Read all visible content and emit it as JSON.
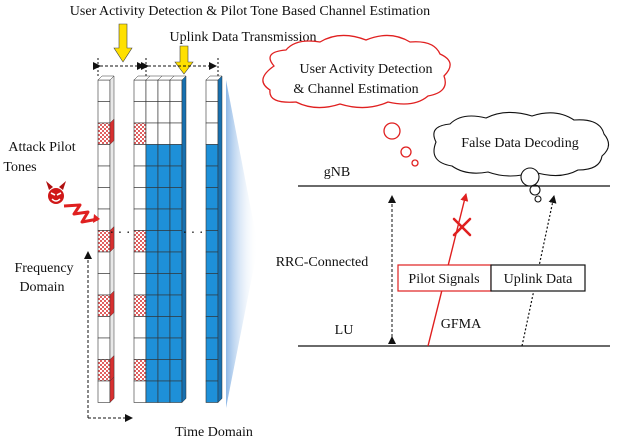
{
  "labels": {
    "top_detection": "User Activity Detection  & Pilot Tone Based Channel Estimation",
    "uplink_transmission": "Uplink Data Transmission",
    "attack_pilot": "Attack  Pilot",
    "tones": "Tones",
    "frequency": "Frequency",
    "domain": "Domain",
    "time_domain": "Time Domain",
    "gnb": "gNB",
    "lu": "LU",
    "rrc_connected": "RRC-Connected",
    "pilot_signals": "Pilot Signals",
    "uplink_data": "Uplink Data",
    "gfma": "GFMA",
    "cloud_line1": "User Activity Detection",
    "cloud_line2": "& Channel Estimation",
    "false_decoding": "False Data Decoding",
    "ellipsis_left": "· · ·",
    "ellipsis_right": "· · ·"
  },
  "colors": {
    "blue": "#1e90d8",
    "red": "#e02020",
    "arrow_yellow": "#ffe000",
    "line": "#111111",
    "cell_gray": "#f2f2f2"
  },
  "icons": {
    "attacker": "devil-face-icon",
    "attack": "lightning-bolt-icon",
    "blocked": "red-x-icon"
  }
}
